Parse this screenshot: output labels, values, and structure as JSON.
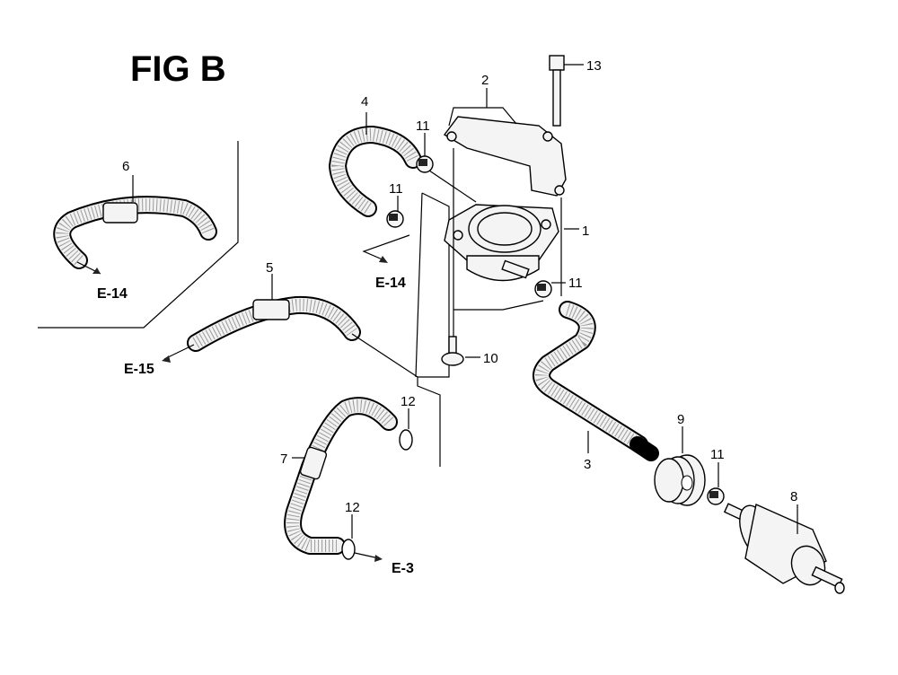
{
  "figure": {
    "title": "FIG B"
  },
  "part_numbers": [
    "1",
    "2",
    "3",
    "4",
    "5",
    "6",
    "7",
    "8",
    "9",
    "10",
    "11",
    "12",
    "13"
  ],
  "callouts": [
    {
      "id": "c13",
      "label": "13"
    },
    {
      "id": "c2",
      "label": "2"
    },
    {
      "id": "c4",
      "label": "4"
    },
    {
      "id": "c11a",
      "label": "11"
    },
    {
      "id": "c11b",
      "label": "11"
    },
    {
      "id": "c1",
      "label": "1"
    },
    {
      "id": "c11c",
      "label": "11"
    },
    {
      "id": "c6",
      "label": "6"
    },
    {
      "id": "c5",
      "label": "5"
    },
    {
      "id": "c10",
      "label": "10"
    },
    {
      "id": "c12a",
      "label": "12"
    },
    {
      "id": "c7",
      "label": "7"
    },
    {
      "id": "c12b",
      "label": "12"
    },
    {
      "id": "c3",
      "label": "3"
    },
    {
      "id": "c9",
      "label": "9"
    },
    {
      "id": "c11d",
      "label": "11"
    },
    {
      "id": "c8",
      "label": "8"
    }
  ],
  "references": [
    {
      "id": "r1",
      "label": "E-14"
    },
    {
      "id": "r2",
      "label": "E-14"
    },
    {
      "id": "r3",
      "label": "E-15"
    },
    {
      "id": "r4",
      "label": "E-3"
    }
  ]
}
